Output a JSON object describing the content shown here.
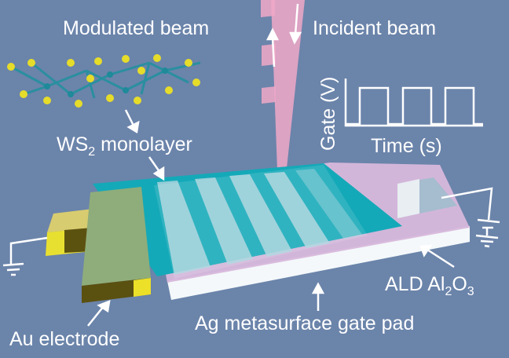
{
  "labels": {
    "modulated_beam": "Modulated beam",
    "incident_beam": "Incident beam",
    "gate_axis": "Gate (V)",
    "time_axis": "Time (s)",
    "ws2": {
      "main": "WS",
      "sub": "2",
      "rest": " monolayer"
    },
    "ald": {
      "main": "ALD Al",
      "sub1": "2",
      "mid": "O",
      "sub2": "3"
    },
    "ag_pad": "Ag metasurface gate pad",
    "au_electrode": "Au electrode"
  },
  "colors": {
    "background": "#6b84aa",
    "beam": "#f0a8c8",
    "ws2": "#14a9b8",
    "ald": "#d8b8dc",
    "au": "#e8d830",
    "atom": "#e6dc2a",
    "bond": "#2a8fa0"
  }
}
